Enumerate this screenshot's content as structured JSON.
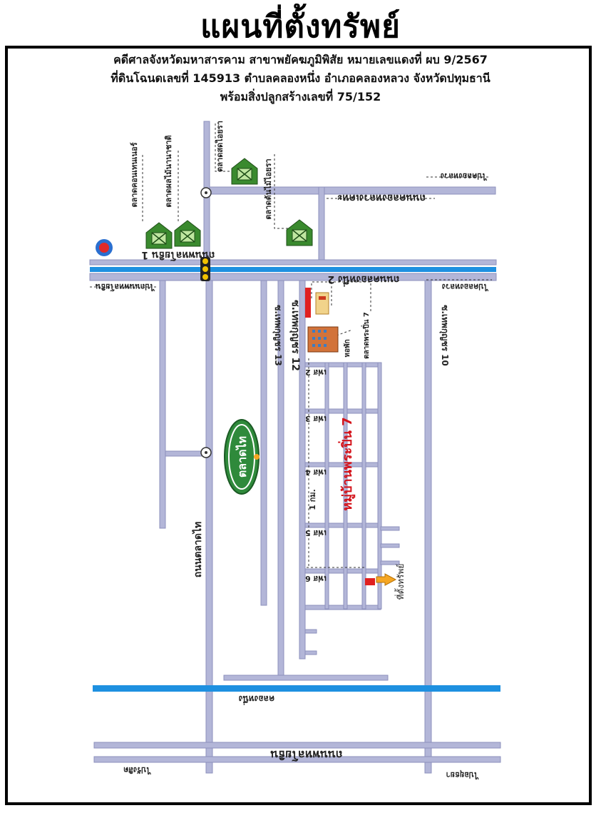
{
  "title": "แผนที่ตั้งทรัพย์",
  "header_lines": [
    "คดีศาลจังหวัดมหาสารคาม สาขาพยัคฆภูมิพิสัย หมายเลขแดงที่ ผบ 9/2567",
    "ที่ดินโฉนดเลขที่ 145913 ตำบลคลองหนึ่ง อำเภอคลองหลวง จังหวัดปทุมธานี",
    "พร้อมสิ่งปลูกสร้างเลขที่ 75/152"
  ],
  "map": {
    "roads": {
      "phahon_yothin_1": "ถนนพหลโยธิน 1",
      "phahon_yothin_left": "ไปถนนพหลโยธิน",
      "to_khlong_luang": "ไปคลองหลวง",
      "to_khlong_luang_top": "ไปคลองหลวง",
      "kheha_road": "ถนนคลองหลวงเคหะ",
      "kheha_road_label": "ถนนคลองหลวงเคหะ",
      "klong_nueng_2": "ถนนคลองหนึ่ง 2",
      "soi_13": "ซ.เทพกุญชร 13",
      "soi_12": "ซ.เทพกุญชร 12",
      "soi_10": "ซ.เทพกุญชร 10",
      "talat_thai_road": "ถนนตลาดไท",
      "canal": "คลองหนึ่ง",
      "bottom_road": "ถนนพหลโยธิน",
      "to_left_bottom": "ไปรังสิต",
      "to_right_bottom": "ไปอยุธยา"
    },
    "markets": {
      "m1": "ตลาดคอนเทนเนอร์",
      "m2": "ตลาดผลไม้นานาชาติ",
      "m3": "ตลาดสดไอยรา",
      "m4": "ตลาดต้นไม้ไอยรา"
    },
    "talat_thai": "ตลาดไท",
    "village": "หมู่บ้านพระปิ่น 7",
    "dorm": "หอพัก",
    "market_prapin": "ตลาดพระปิ่น 7",
    "distance": "1 กม.",
    "phases": [
      "เฟส 2",
      "เฟส 3",
      "เฟส 4",
      "เฟส 5",
      "เฟส 6"
    ],
    "property": "ที่ตั้งทรัพย์"
  },
  "colors": {
    "road": "#b3b6d8",
    "road_edge": "#8d90bd",
    "river": "#1e90e0",
    "village_red": "#e0202a",
    "market_green": "#3a8a2e",
    "arrow_orange": "#f5a623",
    "property_red": "#e02020"
  }
}
